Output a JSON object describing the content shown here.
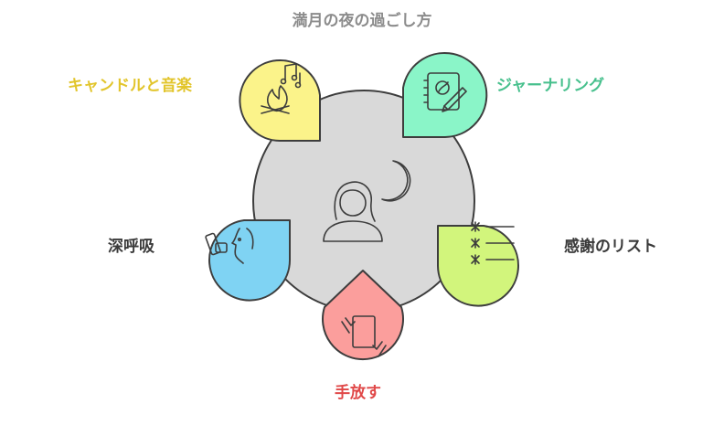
{
  "title": "満月の夜の過ごし方",
  "colors": {
    "center": "#d9d9d9",
    "candle": "#fbf38a",
    "journal": "#8af5c8",
    "breath": "#7fd3f3",
    "gratitude": "#d2f57c",
    "release": "#fb9e9c",
    "outline": "#3d3d3d"
  },
  "items": {
    "candle": {
      "label": "キャンドルと音楽",
      "icon": "campfire-music-icon"
    },
    "journal": {
      "label": "ジャーナリング",
      "icon": "notebook-pen-icon"
    },
    "breath": {
      "label": "深呼吸",
      "icon": "inhaler-face-icon"
    },
    "gratitude": {
      "label": "感謝のリスト",
      "icon": "checklist-icon"
    },
    "release": {
      "label": "手放す",
      "icon": "hands-paper-icon"
    }
  },
  "center_icon": "woman-moon-icon"
}
